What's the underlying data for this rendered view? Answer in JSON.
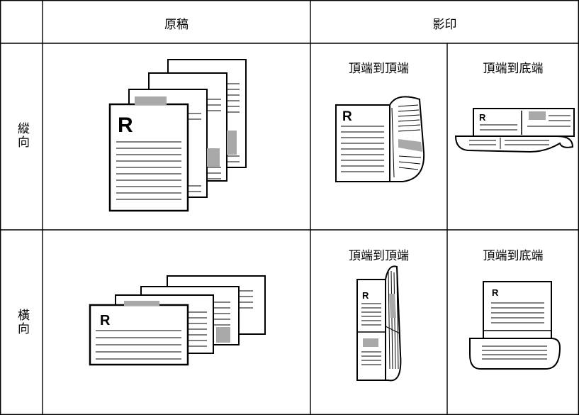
{
  "header": {
    "original": "原稿",
    "copy": "影印"
  },
  "rows": [
    {
      "label": "縱向",
      "copy_options": [
        "頂端到頂端",
        "頂端到底端"
      ]
    },
    {
      "label": "橫向",
      "copy_options": [
        "頂端到頂端",
        "頂端到底端"
      ]
    }
  ],
  "page_letter": "R",
  "colors": {
    "line": "#000000",
    "highlight": "#a9a9a9"
  }
}
